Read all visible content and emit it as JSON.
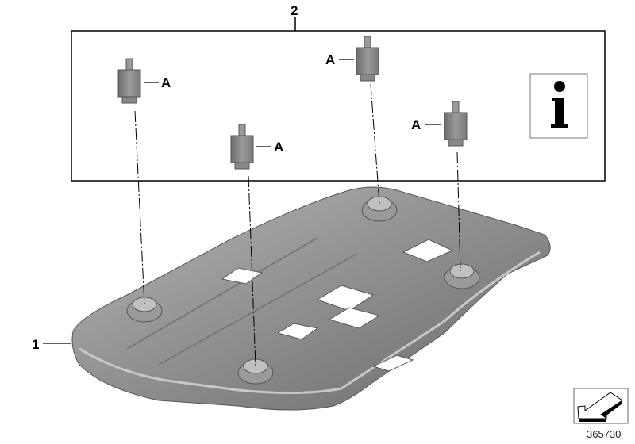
{
  "diagram": {
    "callouts": {
      "item_1": "1",
      "item_2": "2",
      "stud_label": "A"
    },
    "info_icon": "info-icon",
    "catalog_number": "365730",
    "colors": {
      "part": "#8e8e8e",
      "part_dark": "#5f5f5f",
      "line": "#000000"
    }
  }
}
